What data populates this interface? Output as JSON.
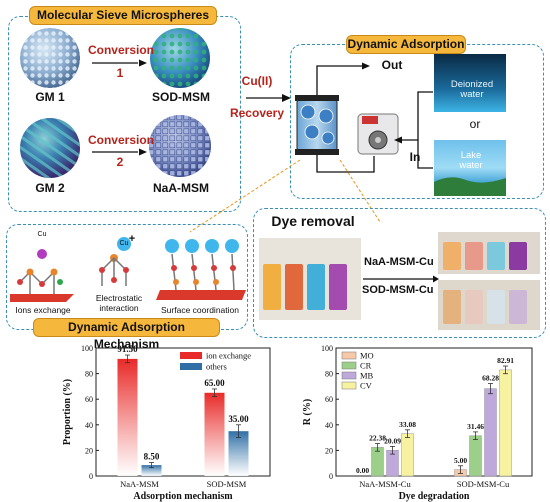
{
  "top": {
    "msm_title": "Molecular Sieve Microspheres",
    "conversion_label": "Conversion",
    "step1": "1",
    "step2": "2",
    "gm1": "GM 1",
    "gm2": "GM 2",
    "sod_msm": "SOD-MSM",
    "naa_msm": "NaA-MSM",
    "cu_label": "Cu(II)",
    "recovery_label": "Recovery",
    "dyn_ads_title": "Dynamic Adsorption",
    "out_label": "Out",
    "in_label": "In",
    "deionized_water": "Deionized water",
    "or_label": "or",
    "lake_water": "Lake water"
  },
  "mechanism": {
    "title": "Dynamic Adsorption Mechanism",
    "ions_exchange": "Ions exchange",
    "electrostatic": "Electrostatic interaction",
    "surface_coord": "Surface coordination",
    "cu_symbol": "Cu",
    "plus_sign": "+"
  },
  "dye": {
    "title": "Dye removal",
    "naa_cu": "NaA-MSM-Cu",
    "sod_cu": "SOD-MSM-Cu"
  },
  "colors": {
    "ion_exchange": "#e82a28",
    "others": "#2f6fa6",
    "MO": "#f7c9a8",
    "CR": "#9ccf8a",
    "MB": "#bfa8dc",
    "CV": "#f7f2a0"
  },
  "chart_data": [
    {
      "type": "bar",
      "title": "",
      "categories": [
        "NaA-MSM",
        "SOD-MSM"
      ],
      "series": [
        {
          "name": "ion exchange",
          "values": [
            91.5,
            65.0
          ],
          "errors": [
            3,
            3
          ]
        },
        {
          "name": "others",
          "values": [
            8.5,
            35.0
          ],
          "errors": [
            2,
            5
          ]
        }
      ],
      "data_labels": [
        [
          "91.50",
          "65.00"
        ],
        [
          "8.50",
          "35.00"
        ]
      ],
      "xlabel": "Adsorption mechanism",
      "ylabel": "Proportion (%)",
      "ylim": [
        0,
        100
      ],
      "yticks": [
        "0",
        "20",
        "40",
        "60",
        "80",
        "100"
      ],
      "legend": "top-right",
      "grid": false
    },
    {
      "type": "bar",
      "title": "",
      "categories": [
        "NaA-MSM-Cu",
        "SOD-MSM-Cu"
      ],
      "series": [
        {
          "name": "MO",
          "values": [
            0.0,
            5.0
          ],
          "errors": [
            0,
            3
          ],
          "labels": [
            "0.00",
            "5.00"
          ]
        },
        {
          "name": "CR",
          "values": [
            22.38,
            31.46
          ],
          "errors": [
            3,
            3
          ],
          "labels": [
            "22.38",
            "31.46"
          ]
        },
        {
          "name": "MB",
          "values": [
            20.09,
            68.28
          ],
          "errors": [
            3,
            4
          ],
          "labels": [
            "20.09",
            "68.28"
          ]
        },
        {
          "name": "CV",
          "values": [
            33.08,
            82.91
          ],
          "errors": [
            3,
            3
          ],
          "labels": [
            "33.08",
            "82.91"
          ]
        }
      ],
      "xlabel": "Dye degradation",
      "ylabel": "R (%)",
      "ylim": [
        0,
        100
      ],
      "yticks": [
        "0",
        "20",
        "40",
        "60",
        "80",
        "100"
      ],
      "legend": "top-left",
      "grid": false
    }
  ]
}
